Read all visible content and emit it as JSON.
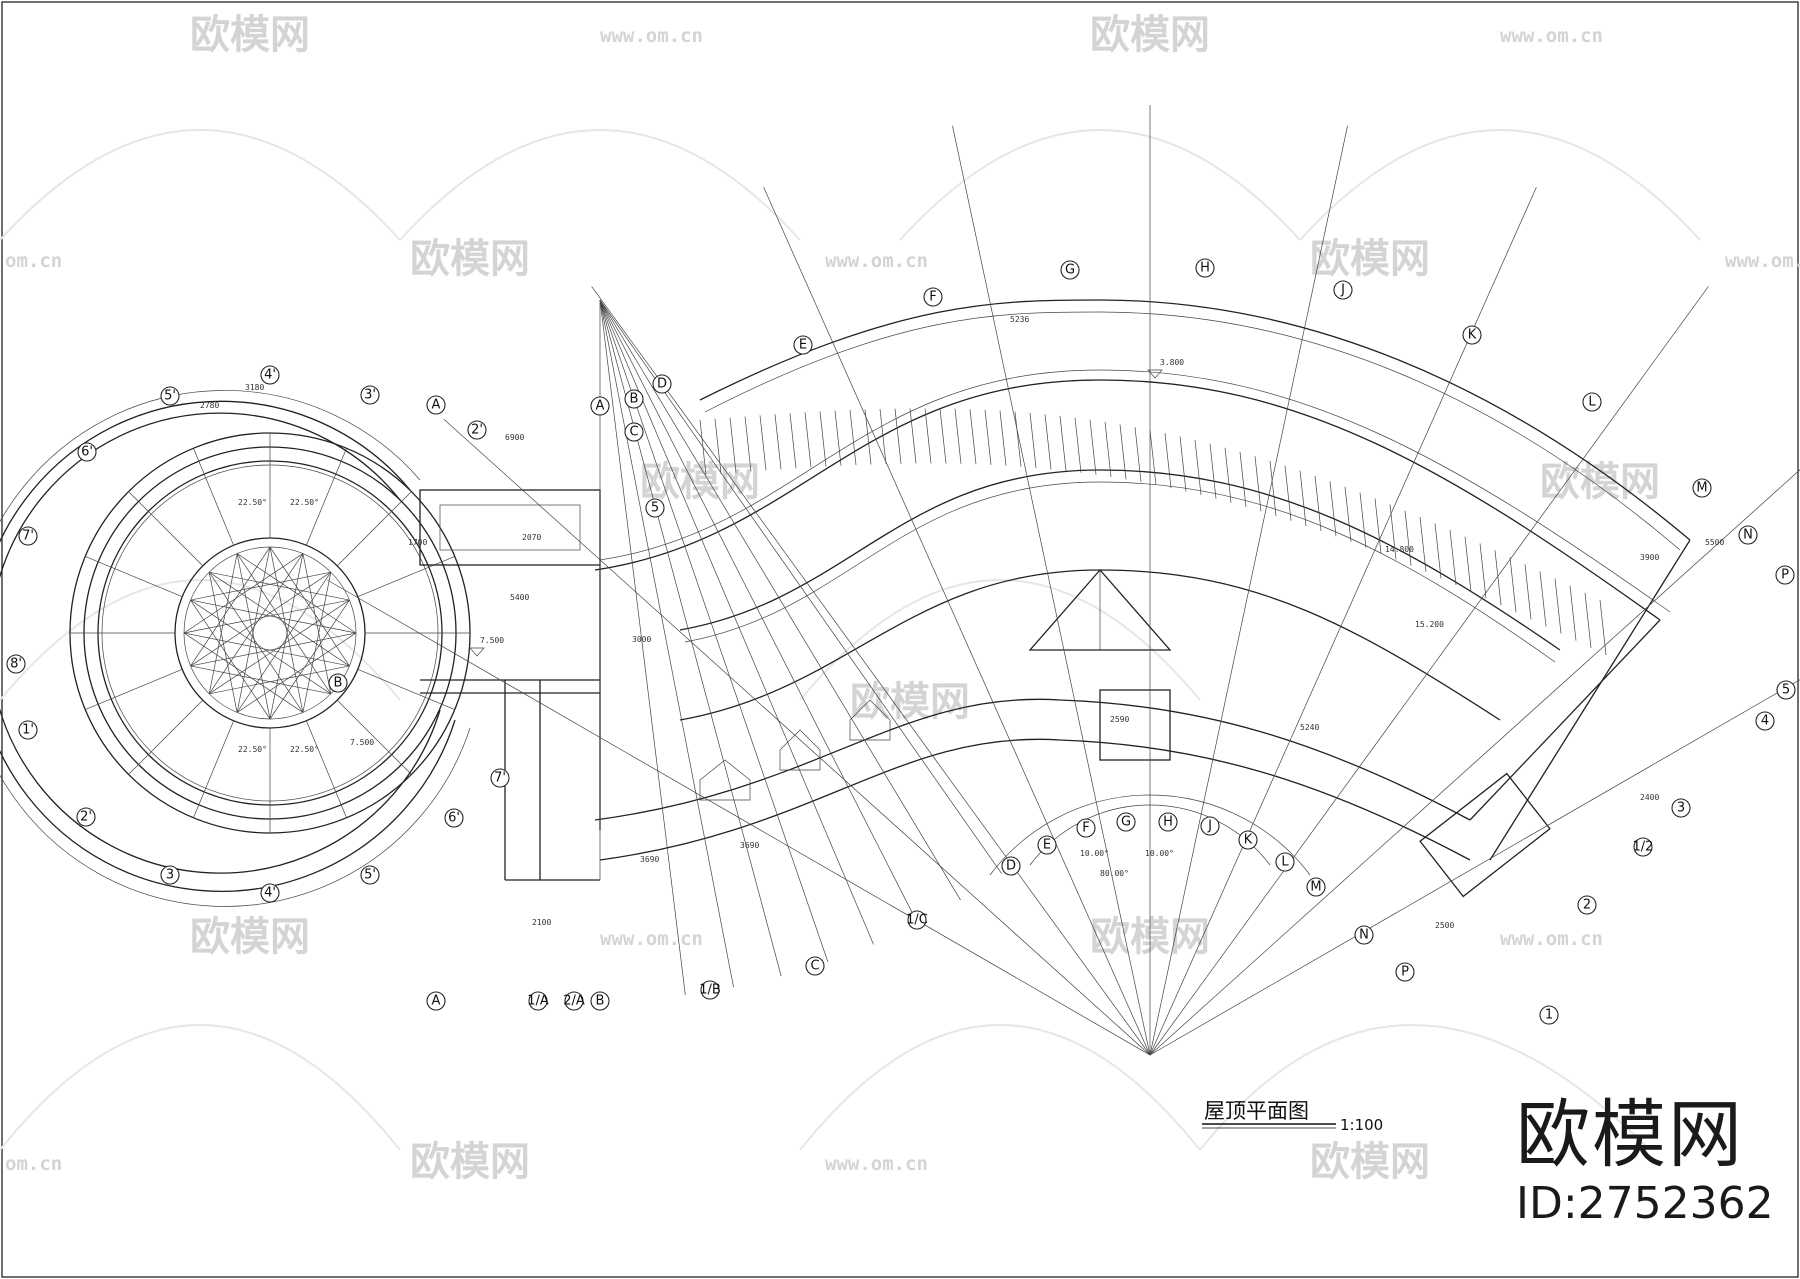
{
  "drawing": {
    "title": "屋顶平面图",
    "scale": "1:100",
    "elevations": [
      "3.800",
      "7.500",
      "14.800",
      "15.200",
      "7.500"
    ],
    "angle_labels": [
      "22.50°",
      "10.00°",
      "80.00°"
    ],
    "dimension_labels": [
      "6900",
      "5236",
      "3900",
      "5500",
      "2400",
      "3690",
      "2500",
      "5240",
      "2590",
      "2780",
      "3180",
      "2100",
      "1700",
      "5400",
      "3000",
      "2070"
    ]
  },
  "grid_axes": {
    "radial_top": [
      "G",
      "H",
      "J",
      "F",
      "E",
      "K",
      "L",
      "M",
      "N",
      "P"
    ],
    "radial_bottom": [
      "D",
      "E",
      "F",
      "G",
      "H",
      "J",
      "K",
      "L",
      "M",
      "N",
      "P"
    ],
    "left_circle": [
      "4'",
      "3'",
      "5'",
      "6'",
      "7'",
      "8'",
      "1'",
      "2'",
      "3",
      "4'",
      "5'",
      "6'",
      "7'",
      "B",
      "A",
      "2'"
    ],
    "left_column": [
      "A",
      "B",
      "C",
      "D",
      "5"
    ],
    "bottom_row": [
      "A",
      "1/A",
      "2/A",
      "B",
      "1/B",
      "C",
      "1/C"
    ],
    "right_numbers": [
      "1",
      "2",
      "3",
      "4",
      "5",
      "1/2"
    ]
  },
  "watermark": {
    "brand": "欧模网",
    "url": "www.om.cn",
    "url_fragment": "om.cn"
  },
  "logo": {
    "brand": "欧模网",
    "id_text": "ID:2752362"
  }
}
